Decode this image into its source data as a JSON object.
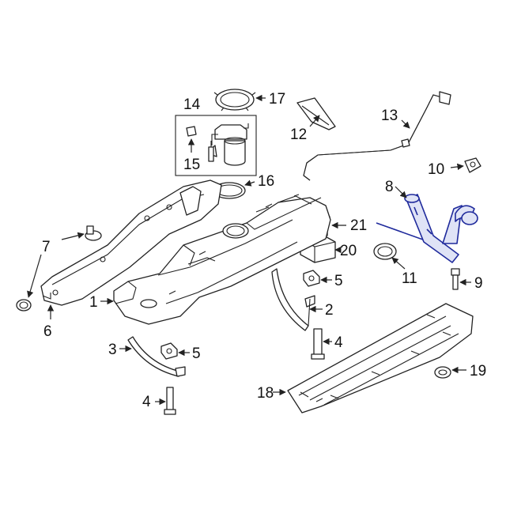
{
  "callouts": {
    "c1": "1",
    "c2": "2",
    "c3": "3",
    "c4a": "4",
    "c4b": "4",
    "c5a": "5",
    "c5b": "5",
    "c6": "6",
    "c7": "7",
    "c8": "8",
    "c9": "9",
    "c10": "10",
    "c11": "11",
    "c12": "12",
    "c13": "13",
    "c14": "14",
    "c15": "15",
    "c16": "16",
    "c17": "17",
    "c18": "18",
    "c19": "19",
    "c20": "20",
    "c21": "21"
  },
  "colors": {
    "highlight_stroke": "#1f2a9c",
    "highlight_fill": "#dfe3f6",
    "line": "#222222"
  },
  "icons": {
    "arrow": "callout-arrow"
  }
}
